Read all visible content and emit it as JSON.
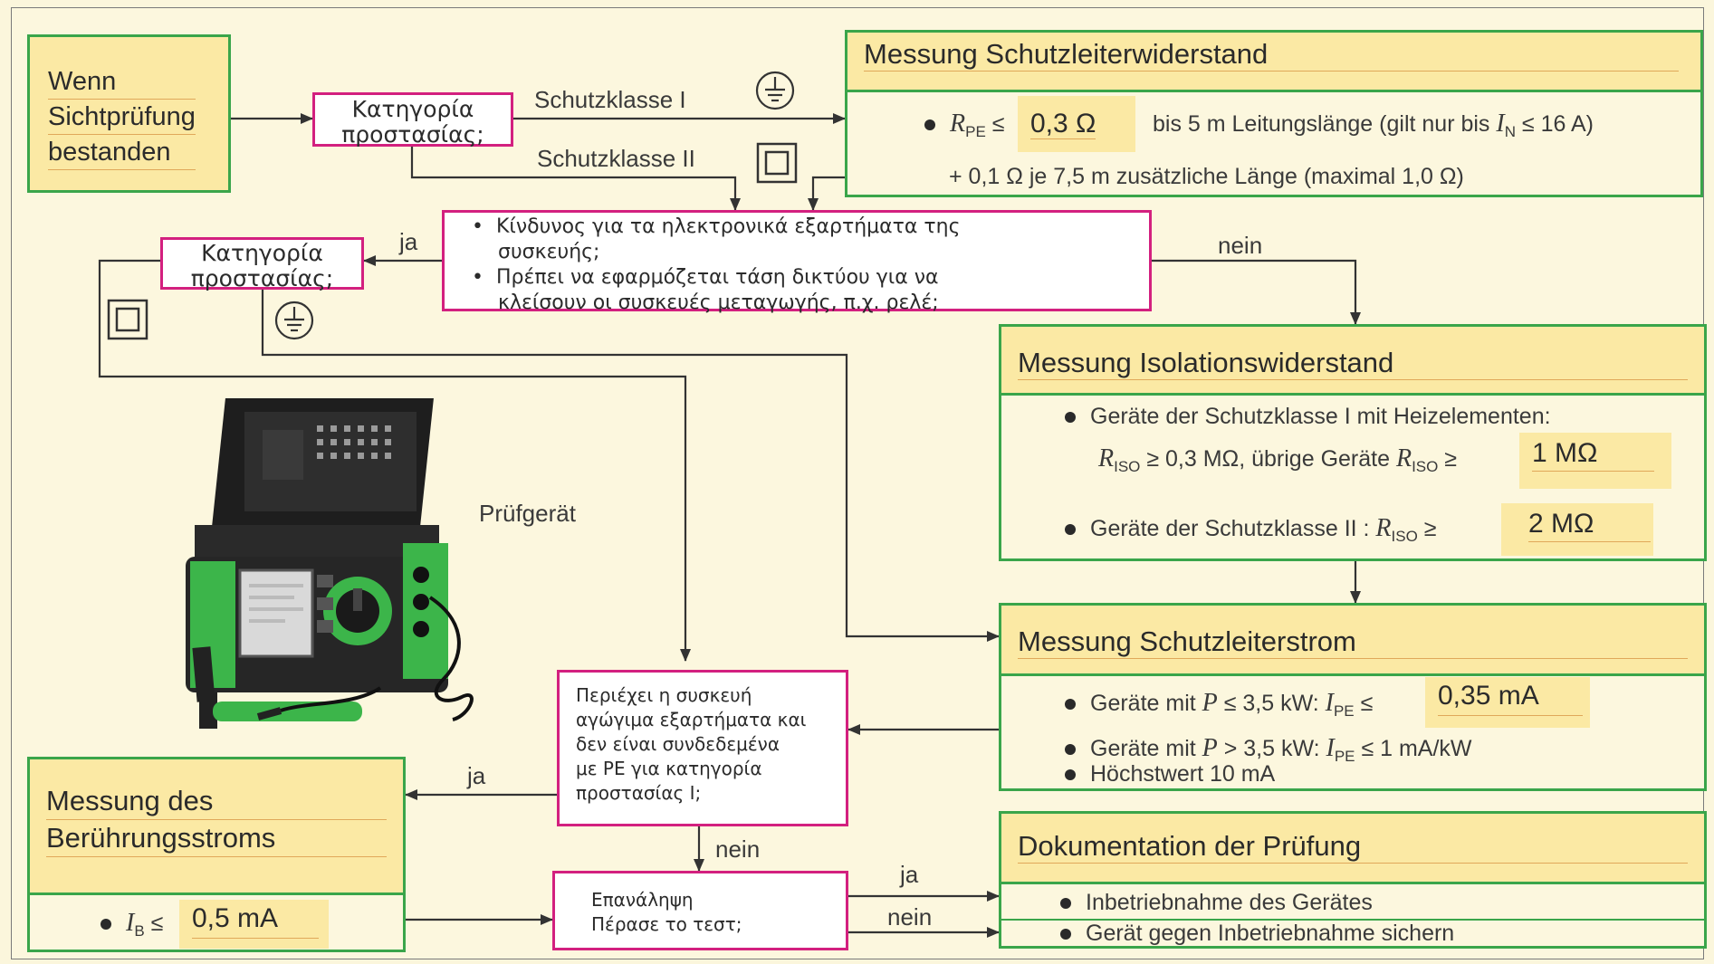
{
  "start": {
    "line1": "Wenn",
    "line2": "Sichtprüfung",
    "line3": "bestanden"
  },
  "category_q1": {
    "line1": "Κατηγορία",
    "line2": "προστασίας;"
  },
  "category_q2": {
    "line1": "Κατηγορία",
    "line2": "προστασίας;"
  },
  "labels": {
    "schutzklasse1": "Schutzklasse I",
    "schutzklasse2": "Schutzklasse II",
    "ja1": "ja",
    "nein1": "nein",
    "ja2": "ja",
    "nein2": "nein",
    "ja3": "ja",
    "nein3": "nein",
    "pruefgeraet": "Prüfgerät"
  },
  "danger_box": {
    "b1a": "Κίνδυνος για τα ηλεκτρονικά εξαρτήματα της",
    "b1b": "συσκευής;",
    "b2a": "Πρέπει να εφαρμόζεται τάση δικτύου για να",
    "b2b": "κλείσουν οι συσκευές μεταγωγής, π.χ. ρελέ;"
  },
  "schutzleiterwiderstand": {
    "title": "Messung Schutzleiterwiderstand",
    "r_label": "R",
    "r_sub": "PE",
    "leq": "≤",
    "value": "0,3 Ω",
    "text1a": "bis 5 m Leitungslänge (gilt nur bis ",
    "in_sym": "I",
    "in_sub": "N",
    "text1b": " ≤ 16 A)",
    "text2": "+ 0,1 Ω je 7,5 m zusätzliche Länge (maximal 1,0 Ω)"
  },
  "isolationswiderstand": {
    "title": "Messung Isolationswiderstand",
    "l1": "Geräte der Schutzklasse I mit Heizelementen:",
    "l2a": " ≥ 0,3 MΩ, übrige Geräte ",
    "l2b": " ≥",
    "riso": "R",
    "riso_sub": "ISO",
    "v1": "1 MΩ",
    "l3": "Geräte der Schutzklasse II : ",
    "l3b": " ≥",
    "v2": "2 MΩ"
  },
  "schutzleiterstrom": {
    "title": "Messung Schutzleiterstrom",
    "l1a": "Geräte mit ",
    "p": "P",
    "l1b": " ≤ 3,5 kW: ",
    "ipe": "I",
    "ipe_sub": "PE",
    "l1c": " ≤",
    "v1": "0,35 mA",
    "l2a": "Geräte mit ",
    "l2b": " > 3,5 kW: ",
    "l2c": " ≤ 1 mA/kW",
    "l3": "Höchstwert 10 mA"
  },
  "conductive_box": {
    "l1": "Περιέχει η συσκευή",
    "l2": "αγώγιμα εξαρτήματα και",
    "l3": "δεν είναι συνδεδεμένα",
    "l4": "με PE για κατηγορία",
    "l5": "προστασίας I;"
  },
  "beruehrungsstrom": {
    "title1": "Messung des",
    "title2": "Berührungsstroms",
    "ib": "I",
    "ib_sub": "B",
    "leq": " ≤",
    "value": "0,5 mA"
  },
  "repeat_box": {
    "l1": "Επανάληψη",
    "l2": "Πέρασε το τεστ;"
  },
  "dokumentation": {
    "title": "Dokumentation der Prüfung",
    "l1": "Inbetriebnahme des Gerätes",
    "l2": "Gerät gegen Inbetriebnahme sichern"
  },
  "icons": [
    "earth-ground-icon",
    "double-insulation-icon",
    "tester-device-photo"
  ]
}
